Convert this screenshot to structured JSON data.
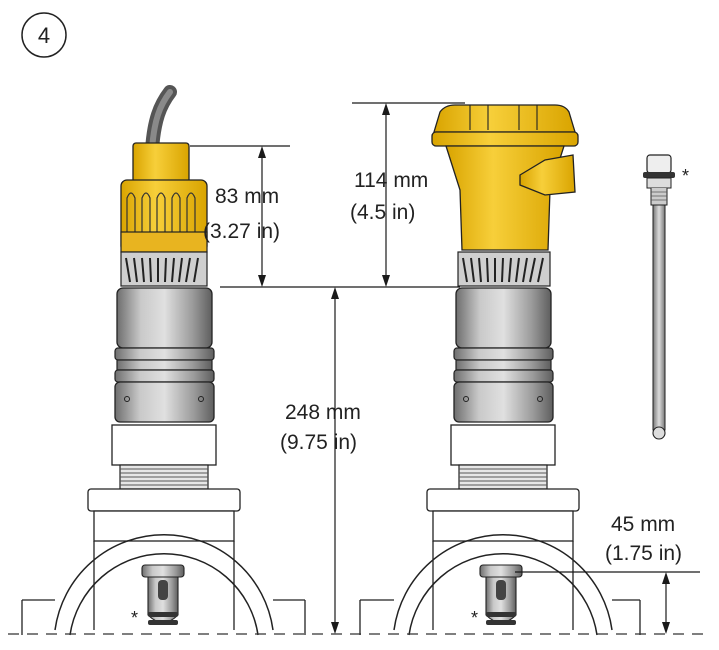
{
  "figure": {
    "step_number": "4",
    "dimensions": {
      "d1_mm": "83 mm",
      "d1_in": "(3.27 in)",
      "d2_mm": "114 mm",
      "d2_in": "(4.5 in)",
      "d3_mm": "248 mm",
      "d3_in": "(9.75 in)",
      "d4_mm": "45 mm",
      "d4_in": "(1.75 in)"
    },
    "footnote_marker": "*"
  },
  "colors": {
    "yellow": "#F2C22C",
    "yellow_dark": "#D9A400",
    "gray_body": "#A7A7A7",
    "gray_dark": "#5A5A5A",
    "line": "#1A1A1A"
  }
}
